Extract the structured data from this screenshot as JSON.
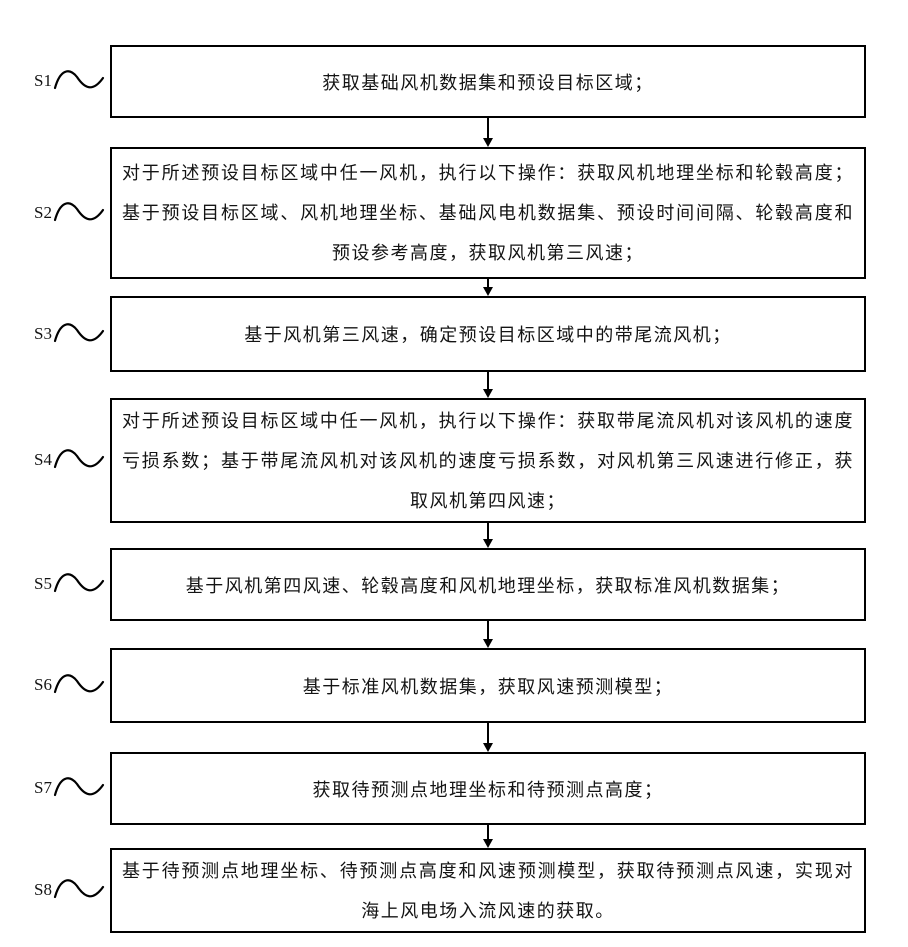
{
  "figure": {
    "type": "flowchart",
    "colors": {
      "background": "#ffffff",
      "line": "#000000",
      "text": "#141414"
    },
    "connector_icon": "tilde-squiggle",
    "arrow_icon": "down-arrow",
    "steps": [
      {
        "label": "S1",
        "text": "获取基础风机数据集和预设目标区域；"
      },
      {
        "label": "S2",
        "text": "对于所述预设目标区域中任一风机，执行以下操作：获取风机地理坐标和轮毂高度；基于预设目标区域、风机地理坐标、基础风电机数据集、预设时间间隔、轮毂高度和预设参考高度，获取风机第三风速；"
      },
      {
        "label": "S3",
        "text": "基于风机第三风速，确定预设目标区域中的带尾流风机；"
      },
      {
        "label": "S4",
        "text": "对于所述预设目标区域中任一风机，执行以下操作：获取带尾流风机对该风机的速度亏损系数；基于带尾流风机对该风机的速度亏损系数，对风机第三风速进行修正，获取风机第四风速；"
      },
      {
        "label": "S5",
        "text": "基于风机第四风速、轮毂高度和风机地理坐标，获取标准风机数据集；"
      },
      {
        "label": "S6",
        "text": "基于标准风机数据集，获取风速预测模型；"
      },
      {
        "label": "S7",
        "text": "获取待预测点地理坐标和待预测点高度；"
      },
      {
        "label": "S8",
        "text": "基于待预测点地理坐标、待预测点高度和风速预测模型，获取待预测点风速，实现对海上风电场入流风速的获取。"
      }
    ]
  }
}
